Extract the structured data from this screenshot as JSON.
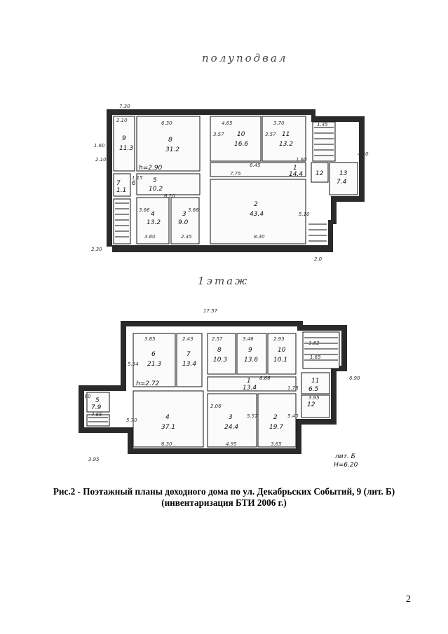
{
  "plans": [
    {
      "heading": "полуподвал",
      "ceiling": "h=2.90",
      "rooms": [
        {
          "id": "8",
          "area": "31.2"
        },
        {
          "id": "9",
          "area": "11.3"
        },
        {
          "id": "10",
          "area": "16.6"
        },
        {
          "id": "11",
          "area": "13.2"
        },
        {
          "id": "1",
          "area": "14.4"
        },
        {
          "id": "12",
          "area": ""
        },
        {
          "id": "13",
          "area": "7.4"
        },
        {
          "id": "5",
          "area": "10.2"
        },
        {
          "id": "7",
          "area": "1.1"
        },
        {
          "id": "6",
          "area": ""
        },
        {
          "id": "2",
          "area": "43.4"
        },
        {
          "id": "4",
          "area": "13.2"
        },
        {
          "id": "3",
          "area": "9.0"
        }
      ],
      "dims": [
        "7.30",
        "2.10",
        "6.30",
        "4.65",
        "3.70",
        "1.45",
        "3.57",
        "3.57",
        "6.45",
        "7.75",
        "1.60",
        "4.60",
        "1.60",
        "3.66",
        "3.66",
        "2.45",
        "3.60",
        "8.30",
        "5.10",
        "2.30",
        "1.85",
        "2.0",
        "6.20",
        "2.10",
        "1.15"
      ]
    },
    {
      "heading": "1этаж",
      "ceiling": "h=2.72",
      "total_length": "17.57",
      "rooms": [
        {
          "id": "6",
          "area": "21.3"
        },
        {
          "id": "7",
          "area": "13.4"
        },
        {
          "id": "8",
          "area": "10.3"
        },
        {
          "id": "9",
          "area": "13.6"
        },
        {
          "id": "10",
          "area": "10.1"
        },
        {
          "id": "1",
          "area": "13.4"
        },
        {
          "id": "4",
          "area": "37.1"
        },
        {
          "id": "3",
          "area": "24.4"
        },
        {
          "id": "2",
          "area": "19.7"
        },
        {
          "id": "5",
          "area": "7.9"
        },
        {
          "id": "11",
          "area": "6.5"
        },
        {
          "id": "12",
          "area": ""
        }
      ],
      "dims": [
        "3.85",
        "2.43",
        "2.57",
        "3.46",
        "2.93",
        "1.62",
        "5.54",
        "8.66",
        "1.78",
        "5.70",
        "6.30",
        "4.95",
        "3.65",
        "5.57",
        "5.40",
        "3.60",
        "4.65",
        "3.95",
        "3.95",
        "6.90",
        "2.06",
        "1.65"
      ],
      "stamp_line1": "лит. Б",
      "stamp_line2": "Н=6.20"
    }
  ],
  "caption_line1": "Рис.2 - Поэтажный планы доходного дома по ул. Декабрьских Событий, 9 (лит. Б)",
  "caption_line2": "(инвентаризация БТИ 2006 г.)",
  "page_number": "2"
}
